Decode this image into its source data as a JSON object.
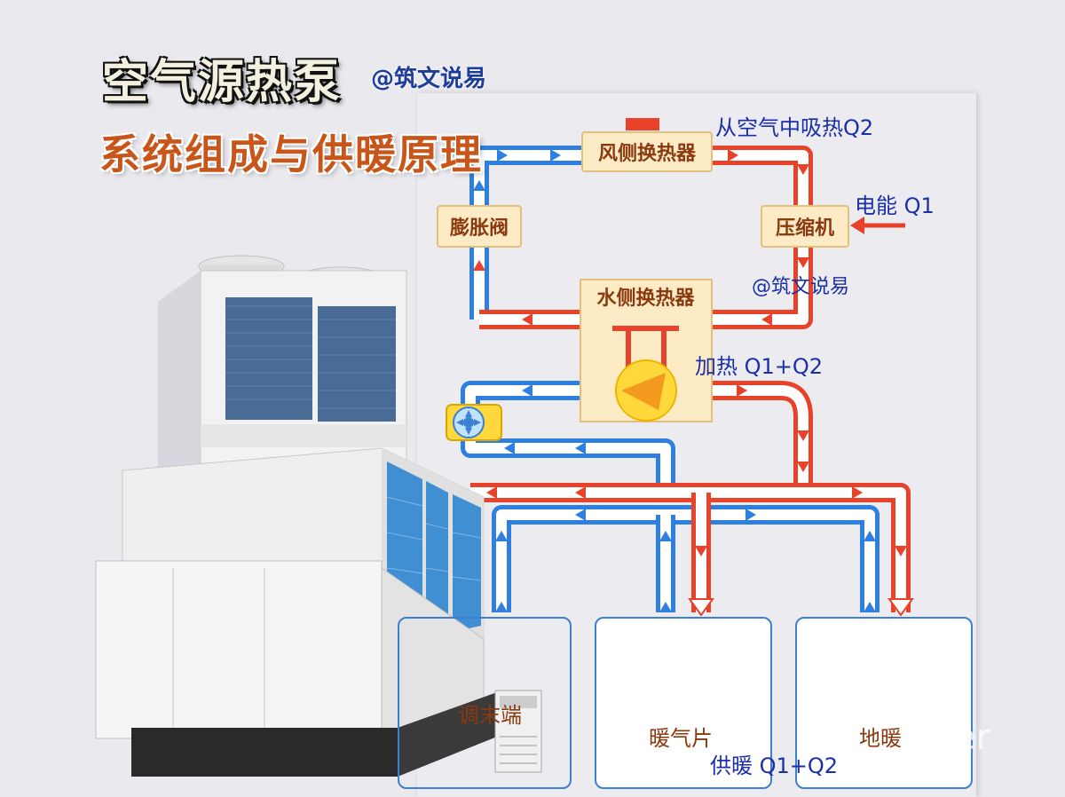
{
  "title": {
    "main": "空气源热泵",
    "handle": "@筑文说易",
    "sub": "系统组成与供暖原理"
  },
  "components": {
    "air_exchanger": "风侧换热器",
    "expansion_valve": "膨胀阀",
    "compressor": "压缩机",
    "water_exchanger": "水侧换热器"
  },
  "labels": {
    "absorb_heat": "从空气中吸热",
    "absorb_q": "Q2",
    "electric": "电能",
    "electric_q": "Q1",
    "handle2": "@筑文说易",
    "heating": "加热",
    "heating_q": "Q1+Q2",
    "supply": "供暖",
    "supply_q": "Q1+Q2"
  },
  "terminals": {
    "fan_coil": "调末端",
    "radiator": "暖气片",
    "floor_heating": "地暖"
  },
  "watermark": "er",
  "colors": {
    "hot_pipe": "#e8432a",
    "cold_pipe": "#2f7fe0",
    "box_fill": "#fdebc6",
    "label_blue": "#1a2fa8",
    "title_orange": "#c8561a"
  }
}
